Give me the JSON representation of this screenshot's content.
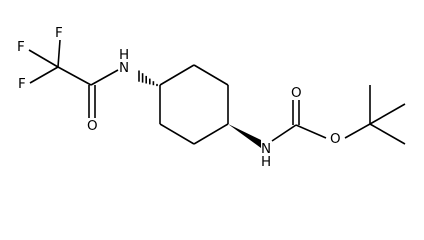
{
  "molecule": {
    "atom_labels": {
      "F1": "F",
      "F2": "F",
      "F3": "F",
      "N_amide": "N",
      "H_amide": "H",
      "O_amide": "O",
      "N_carbamate": "N",
      "H_carbamate": "H",
      "O_carbonyl": "O",
      "O_ester": "O"
    }
  },
  "colors": {
    "bond": "#000000",
    "label": "#000000",
    "background": "#ffffff"
  }
}
